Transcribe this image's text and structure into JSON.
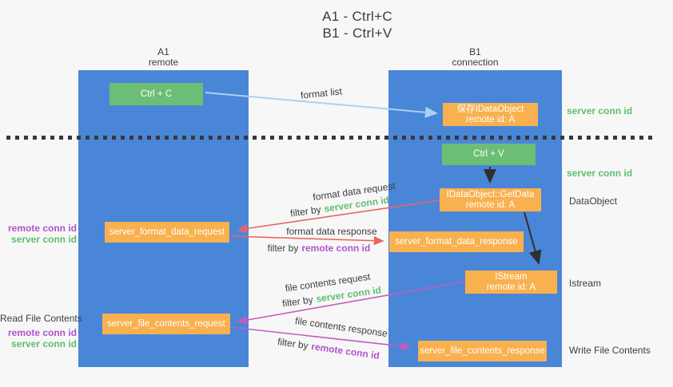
{
  "title": {
    "line1": "A1 - Ctrl+C",
    "line2": "B1 - Ctrl+V"
  },
  "lifelines": {
    "a1": {
      "name": "A1",
      "role": "remote"
    },
    "b1": {
      "name": "B1",
      "role": "connection"
    }
  },
  "boxes": {
    "ctrl_c": {
      "label": "Ctrl + C"
    },
    "save_idataobject": {
      "line1": "保存IDataObject",
      "line2": "remote id: A"
    },
    "ctrl_v": {
      "label": "Ctrl + V"
    },
    "idataobject_getdata": {
      "line1": "IDataObject::GetData",
      "line2": "remote id: A"
    },
    "server_format_data_request": {
      "label": "server_format_data_request"
    },
    "server_format_data_response": {
      "label": "server_format_data_response"
    },
    "istream": {
      "line1": "IStream",
      "line2": "remote id: A"
    },
    "server_file_contents_request": {
      "label": "server_file_contents_request"
    },
    "server_file_contents_response": {
      "label": "server_file_contents_response"
    }
  },
  "arrow_labels": {
    "format_list": "format list",
    "format_data_request": "format data request",
    "format_data_response": "format data response",
    "file_contents_request": "file contents request",
    "file_contents_response": "file contents response",
    "filter_by": "filter by",
    "server_conn_id": "server conn id",
    "remote_conn_id": "remote conn id"
  },
  "side_labels": {
    "server_conn_id_top_right": "server conn id",
    "server_conn_id_mid_right": "server conn id",
    "dataobject": "DataObject",
    "istream": "Istream",
    "write_file_contents": "Write File Contents",
    "read_file_contents": "Read File Contents",
    "remote_conn_id_left_1": "remote conn id",
    "server_conn_id_left_1": "server conn id",
    "remote_conn_id_left_2": "remote conn id",
    "server_conn_id_left_2": "server conn id"
  },
  "colors": {
    "lifeline_blue": "#4a86d8",
    "box_orange": "#f9b04e",
    "box_green": "#6cbe74",
    "green_text": "#5ebe6e",
    "purple_text": "#b153cb",
    "red_arrow": "#e86462",
    "magenta_arrow": "#c45cc0",
    "light_blue_arrow": "#a9d2f0",
    "black_arrow": "#2f2f2f"
  }
}
